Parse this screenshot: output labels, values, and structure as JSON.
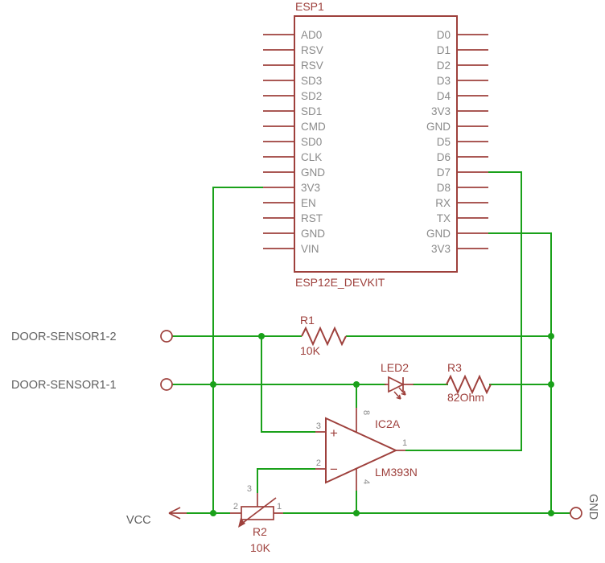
{
  "colors": {
    "symbol": "#9e403c",
    "net": "#1aa11a",
    "pin_name_text": "#8a8a8a",
    "label_text": "#5f5f5f",
    "background": "#ffffff"
  },
  "esp": {
    "ref": "ESP1",
    "value": "ESP12E_DEVKIT",
    "left_pins": [
      "AD0",
      "RSV",
      "RSV",
      "SD3",
      "SD2",
      "SD1",
      "CMD",
      "SD0",
      "CLK",
      "GND",
      "3V3",
      "EN",
      "RST",
      "GND",
      "VIN"
    ],
    "right_pins": [
      "D0",
      "D1",
      "D2",
      "D3",
      "D4",
      "3V3",
      "GND",
      "D5",
      "D6",
      "D7",
      "D8",
      "RX",
      "TX",
      "GND",
      "3V3"
    ]
  },
  "connectors": {
    "sensor2_label": "DOOR-SENSOR1-2",
    "sensor1_label": "DOOR-SENSOR1-1"
  },
  "r1": {
    "ref": "R1",
    "value": "10K"
  },
  "r3": {
    "ref": "R3",
    "value": "82Ohm"
  },
  "r2": {
    "ref": "R2",
    "value": "10K",
    "pin1": "1",
    "pin2": "2",
    "pin3": "3"
  },
  "led2": {
    "ref": "LED2"
  },
  "ic2": {
    "ref": "IC2A",
    "value": "LM393N",
    "plus": "+",
    "minus": "−",
    "pin1": "1",
    "pin2": "2",
    "pin3": "3",
    "pin4": "4",
    "pin8": "8"
  },
  "power": {
    "vcc_label": "VCC",
    "gnd_label": "GND"
  }
}
